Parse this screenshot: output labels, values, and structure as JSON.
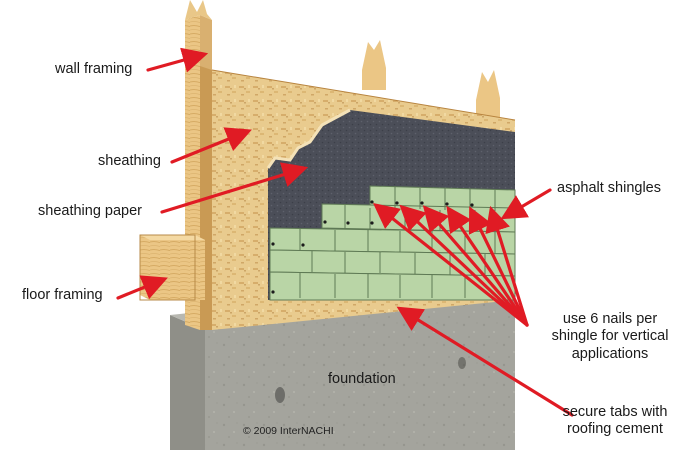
{
  "labels": {
    "wall_framing": "wall framing",
    "sheathing": "sheathing",
    "sheathing_paper": "sheathing paper",
    "floor_framing": "floor framing",
    "asphalt_shingles": "asphalt shingles",
    "nails_line1": "use 6 nails per",
    "nails_line2": "shingle for vertical",
    "nails_line3": "applications",
    "foundation": "foundation",
    "tabs_line1": "secure tabs with",
    "tabs_line2": "roofing cement"
  },
  "copyright": "© 2009 InterNACHI",
  "colors": {
    "arrow": "#e01b24",
    "osb": "#e8c98c",
    "paper": "#4a4d57",
    "shingle": "#b9d5a6",
    "concrete": "#a3a39c",
    "lumber": "#eac584"
  }
}
